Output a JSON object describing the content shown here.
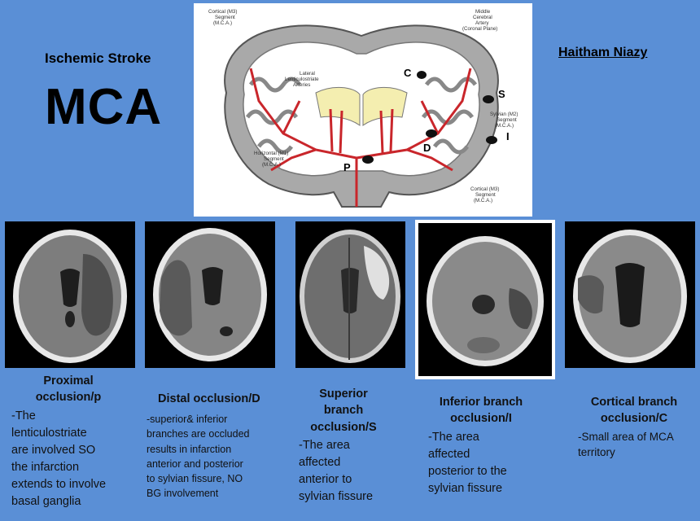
{
  "header": {
    "subtitle": "Ischemic Stroke",
    "title": "MCA",
    "author": "Haitham Niazy"
  },
  "diagram": {
    "labels": {
      "cortical_m3_top": [
        "Cortical (M3)",
        "Segment",
        "(M.C.A.)"
      ],
      "title": [
        "Middle",
        "Cerebral",
        "Artery",
        "(Coronal Plane)"
      ],
      "lenticulostriate": [
        "Lateral",
        "Lenticulostriate",
        "Arteries"
      ],
      "sylvian_m2": [
        "Sylvian (M2)",
        "Segment",
        "(M.C.A.)"
      ],
      "horizontal_m1": [
        "Horizontal (M1)",
        "Segment",
        "(M.C.A.)"
      ],
      "cortical_m3_bottom": [
        "Cortical (M3)",
        "Segment",
        "(M.C.A.)"
      ]
    },
    "markers": {
      "c": "C",
      "s": "S",
      "d": "D",
      "i": "I",
      "p": "P"
    },
    "colors": {
      "artery": "#c9262b",
      "brain_outline": "#6e6e6e",
      "basal_ganglia": "#f4eeb0"
    }
  },
  "columns": [
    {
      "heading": [
        "Proximal",
        "occlusion/p"
      ],
      "body": [
        "-The",
        "lenticulostriate",
        "are involved SO",
        "the infarction",
        "extends to involve",
        "basal ganglia"
      ]
    },
    {
      "heading": [
        "Distal occlusion/D"
      ],
      "body": [
        "-superior& inferior",
        "branches are occluded",
        "results in infarction",
        "anterior and posterior",
        "to sylvian  fissure, NO",
        "BG involvement"
      ]
    },
    {
      "heading": [
        "Superior",
        "branch",
        "occlusion/S"
      ],
      "body": [
        "-The area",
        "affected",
        "anterior to",
        "sylvian fissure"
      ]
    },
    {
      "heading": [
        "Inferior branch",
        "occlusion/I"
      ],
      "body": [
        "-The area",
        "affected",
        "posterior to the",
        "sylvian fissure"
      ]
    },
    {
      "heading": [
        "Cortical branch",
        "occlusion/C"
      ],
      "body": [
        "-Small area of MCA",
        "territory"
      ]
    }
  ]
}
